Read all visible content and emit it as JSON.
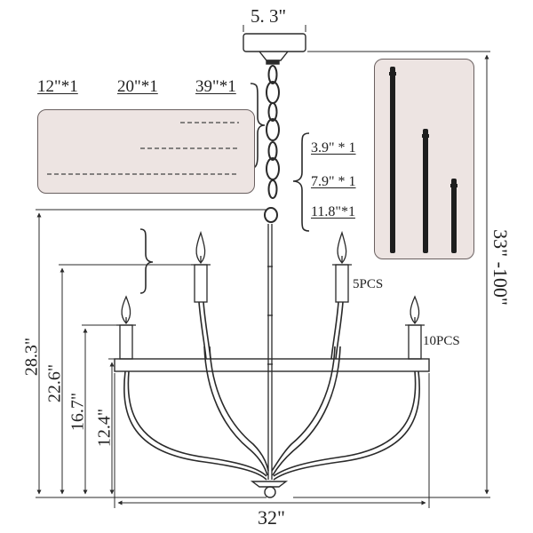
{
  "dimensions": {
    "canopy_width": "5. 3\"",
    "total_width": "32\"",
    "height_range": "33\" -100\"",
    "h1": "28.3\"",
    "h2": "22.6\"",
    "h3": "16.7\"",
    "h4": "12.4\""
  },
  "chains": {
    "items": [
      {
        "label": "12\"*1"
      },
      {
        "label": "20\"*1"
      },
      {
        "label": "39\"*1"
      }
    ]
  },
  "rods": {
    "items": [
      {
        "label": "3.9\" * 1"
      },
      {
        "label": "7.9\" * 1"
      },
      {
        "label": "11.8\"*1"
      }
    ]
  },
  "callouts": {
    "upper_lights": "5PCS",
    "lower_lights": "10PCS"
  },
  "colors": {
    "line": "#2a2a2a",
    "panel_fill": "#ede4e2",
    "rod": "#1e1e1e"
  }
}
